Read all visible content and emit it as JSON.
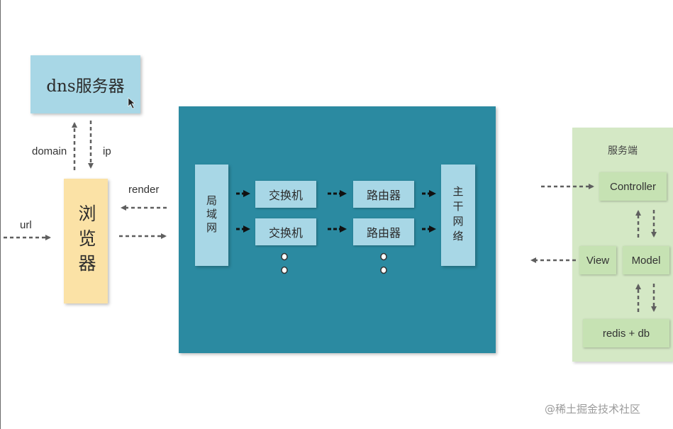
{
  "dns": {
    "label": "dns服务器"
  },
  "labels": {
    "domain": "domain",
    "ip": "ip",
    "url": "url",
    "render": "render"
  },
  "browser": {
    "label": "浏览器"
  },
  "network": {
    "lan": "局域网",
    "switches": [
      "交换机",
      "交换机"
    ],
    "routers": [
      "路由器",
      "路由器"
    ],
    "backbone": "主干网络"
  },
  "server": {
    "title": "服务端",
    "controller": "Controller",
    "view": "View",
    "model": "Model",
    "store": "redis + db"
  },
  "watermark": "@稀土掘金技术社区",
  "colors": {
    "network_bg": "#2b8aa1",
    "node_blue": "#a8d7e6",
    "browser_yellow": "#fbe2a6",
    "server_green": "#d4e8c5"
  }
}
